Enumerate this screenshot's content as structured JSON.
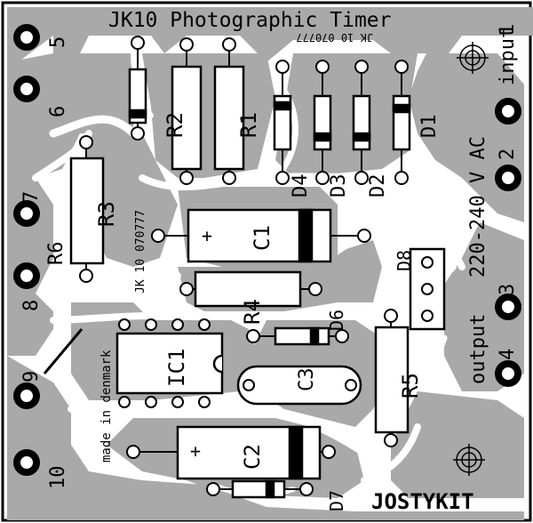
{
  "title": "JK10 Photographic Timer",
  "mirror_text": "JK 10 070777",
  "brand": "JOSTYKIT",
  "version_text": "JK 10 070777",
  "made_in": "made in denmark",
  "voltage": "220-240 V AC",
  "input_label": "input",
  "output_label": "output",
  "components": {
    "r1": "R1",
    "r2": "R2",
    "r3": "R3",
    "r4": "R4",
    "r5": "R5",
    "r6": "R6",
    "c1": "C1",
    "c2": "C2",
    "c3": "C3",
    "d1": "D1",
    "d2": "D2",
    "d3": "D3",
    "d4": "D4",
    "d6": "D6",
    "d7": "D7",
    "d8": "D8",
    "ic1": "IC1",
    "plus": "+"
  },
  "terminals": {
    "t1": "1",
    "t2": "2",
    "t3": "3",
    "t4": "4",
    "t5": "5",
    "t6": "6",
    "t7": "7",
    "t8": "8",
    "t9": "9",
    "t10": "10"
  },
  "colors": {
    "copper": "#a9a9a9",
    "ink": "#000000",
    "board": "#ffffff"
  }
}
